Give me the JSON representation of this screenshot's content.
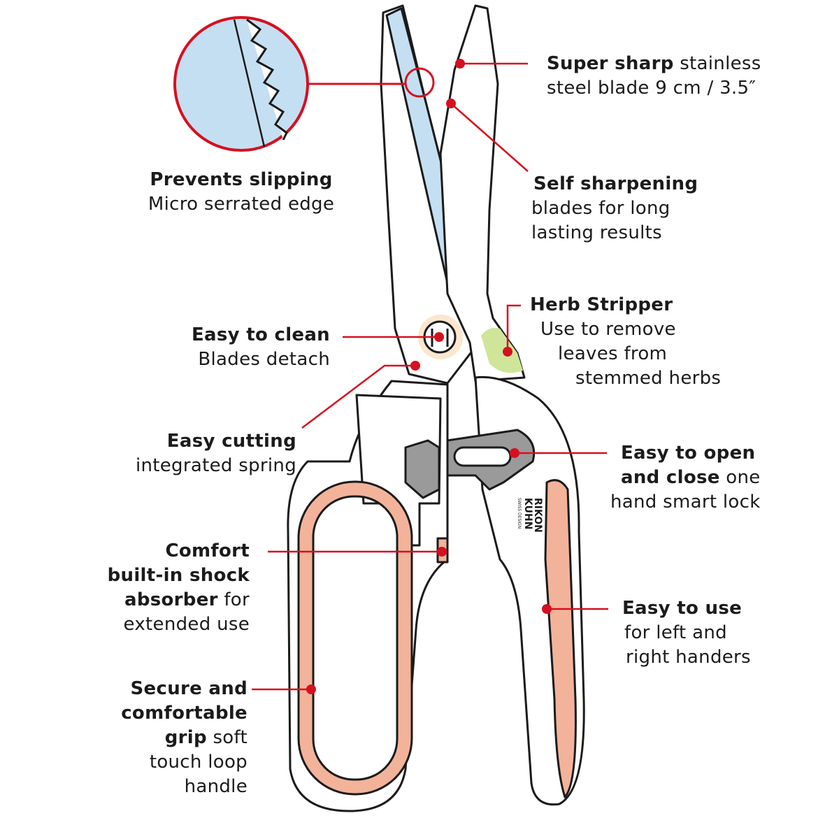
{
  "brand": {
    "name_line1": "KUHN",
    "name_line2": "RIKON",
    "tagline": "SWISS DESIGN"
  },
  "colors": {
    "callout_red": "#d6101f",
    "blade_blue": "#c5dff2",
    "grip_pink": "#f2b39a",
    "lock_gray": "#9a9a9a",
    "herb_green": "#cfe59a",
    "pivot_cream": "#fbe6cf",
    "text": "#1b1b1b"
  },
  "callouts": [
    {
      "id": "super-sharp",
      "lines": [
        [
          {
            "t": "Super sharp",
            "b": true
          },
          {
            "t": " stainless",
            "b": false
          }
        ],
        [
          {
            "t": "steel blade 9 cm / 3.5″",
            "b": false
          }
        ]
      ]
    },
    {
      "id": "self-sharpening",
      "lines": [
        [
          {
            "t": "Self sharpening",
            "b": true
          }
        ],
        [
          {
            "t": "blades for long",
            "b": false
          }
        ],
        [
          {
            "t": "lasting results",
            "b": false
          }
        ]
      ]
    },
    {
      "id": "prevents-slipping",
      "lines": [
        [
          {
            "t": "Prevents slipping",
            "b": true
          }
        ],
        [
          {
            "t": "Micro serrated edge",
            "b": false
          }
        ]
      ]
    },
    {
      "id": "herb-stripper",
      "lines": [
        [
          {
            "t": "Herb Stripper",
            "b": true
          }
        ],
        [
          {
            "t": "Use to remove",
            "b": false
          }
        ],
        [
          {
            "t": "leaves from",
            "b": false
          }
        ],
        [
          {
            "t": "stemmed herbs",
            "b": false
          }
        ]
      ]
    },
    {
      "id": "easy-to-clean",
      "lines": [
        [
          {
            "t": "Easy to clean",
            "b": true
          }
        ],
        [
          {
            "t": "Blades detach",
            "b": false
          }
        ]
      ]
    },
    {
      "id": "easy-cutting",
      "lines": [
        [
          {
            "t": "Easy cutting",
            "b": true
          }
        ],
        [
          {
            "t": "integrated spring",
            "b": false
          }
        ]
      ]
    },
    {
      "id": "easy-to-open",
      "lines": [
        [
          {
            "t": "Easy to open",
            "b": true
          }
        ],
        [
          {
            "t": "and close",
            "b": true
          },
          {
            "t": " one",
            "b": false
          }
        ],
        [
          {
            "t": "hand smart lock",
            "b": false
          }
        ]
      ]
    },
    {
      "id": "comfort",
      "lines": [
        [
          {
            "t": "Comfort",
            "b": true
          }
        ],
        [
          {
            "t": "built-in shock",
            "b": true
          }
        ],
        [
          {
            "t": "absorber",
            "b": true
          },
          {
            "t": " for",
            "b": false
          }
        ],
        [
          {
            "t": "extended use",
            "b": false
          }
        ]
      ]
    },
    {
      "id": "easy-to-use",
      "lines": [
        [
          {
            "t": "Easy to use",
            "b": true
          }
        ],
        [
          {
            "t": "for left and",
            "b": false
          }
        ],
        [
          {
            "t": "right handers",
            "b": false
          }
        ]
      ]
    },
    {
      "id": "secure-grip",
      "lines": [
        [
          {
            "t": "Secure and",
            "b": true
          }
        ],
        [
          {
            "t": "comfortable",
            "b": true
          }
        ],
        [
          {
            "t": "grip",
            "b": true
          },
          {
            "t": " soft",
            "b": false
          }
        ],
        [
          {
            "t": "touch loop",
            "b": false
          }
        ],
        [
          {
            "t": "handle",
            "b": false
          }
        ]
      ]
    }
  ]
}
